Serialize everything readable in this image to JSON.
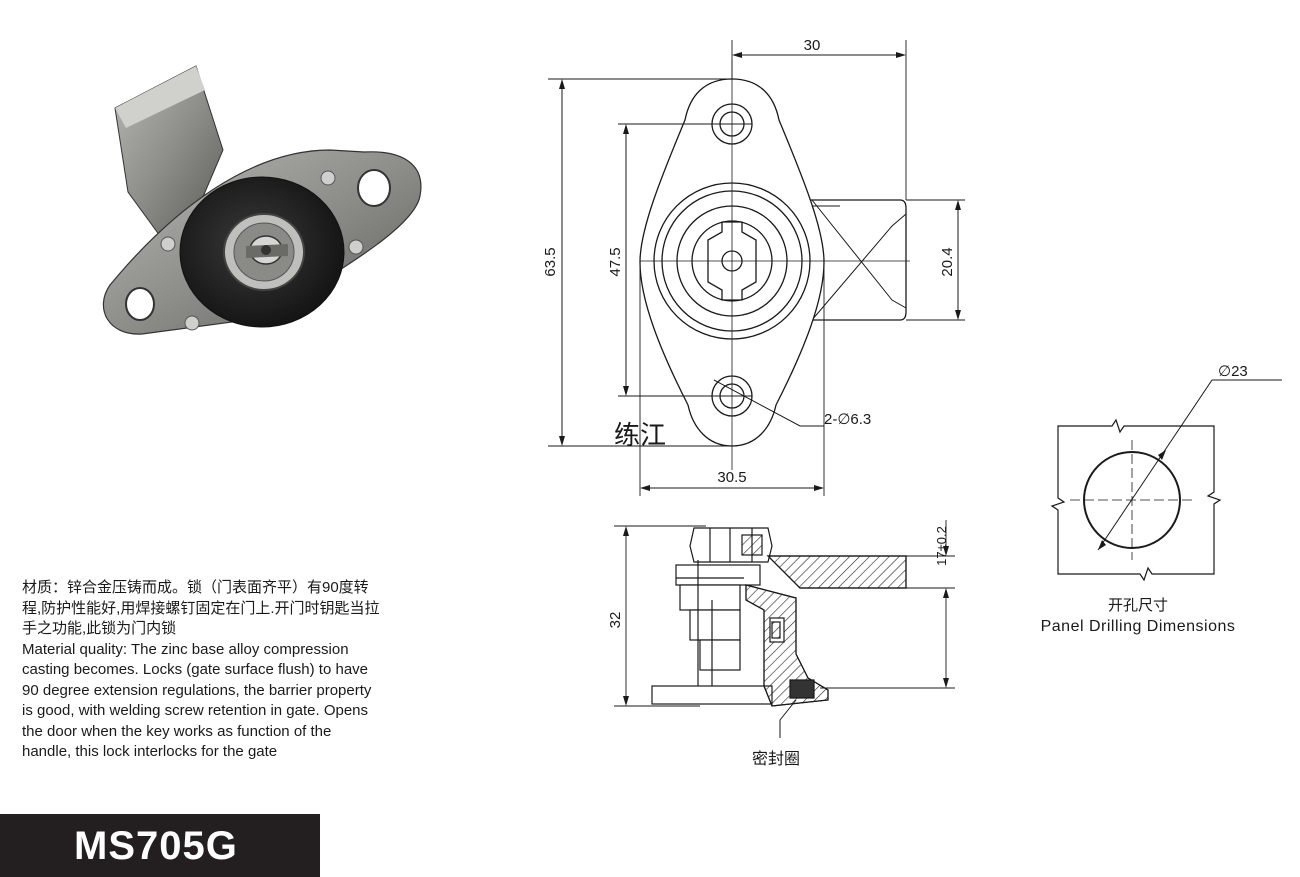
{
  "dimensions": {
    "top_width": "30",
    "total_height": "63.5",
    "hole_spacing": "47.5",
    "tongue_width": "20.4",
    "base_width": "30.5",
    "holes": "2-∅6.3",
    "side_height": "32",
    "tongue_height": "17±0.2",
    "panel_hole": "∅23"
  },
  "labels": {
    "watermark": "练江",
    "seal": "密封圈",
    "panel_cn": "开孔尺寸",
    "panel_en": "Panel Drilling Dimensions"
  },
  "description": {
    "cn": [
      "材质：锌合金压铸而成。锁（门表面齐平）有90度转",
      "程,防护性能好,用焊接螺钉固定在门上.开门时钥匙当拉",
      "手之功能,此锁为门内锁"
    ],
    "en": [
      "Material quality: The zinc base alloy compression",
      "casting becomes. Locks (gate surface flush) to have",
      "90 degree extension regulations, the barrier property",
      "is good, with welding screw retention in gate. Opens",
      "the door when the key works as function of the",
      "handle, this lock interlocks for the gate"
    ]
  },
  "model": "MS705G"
}
